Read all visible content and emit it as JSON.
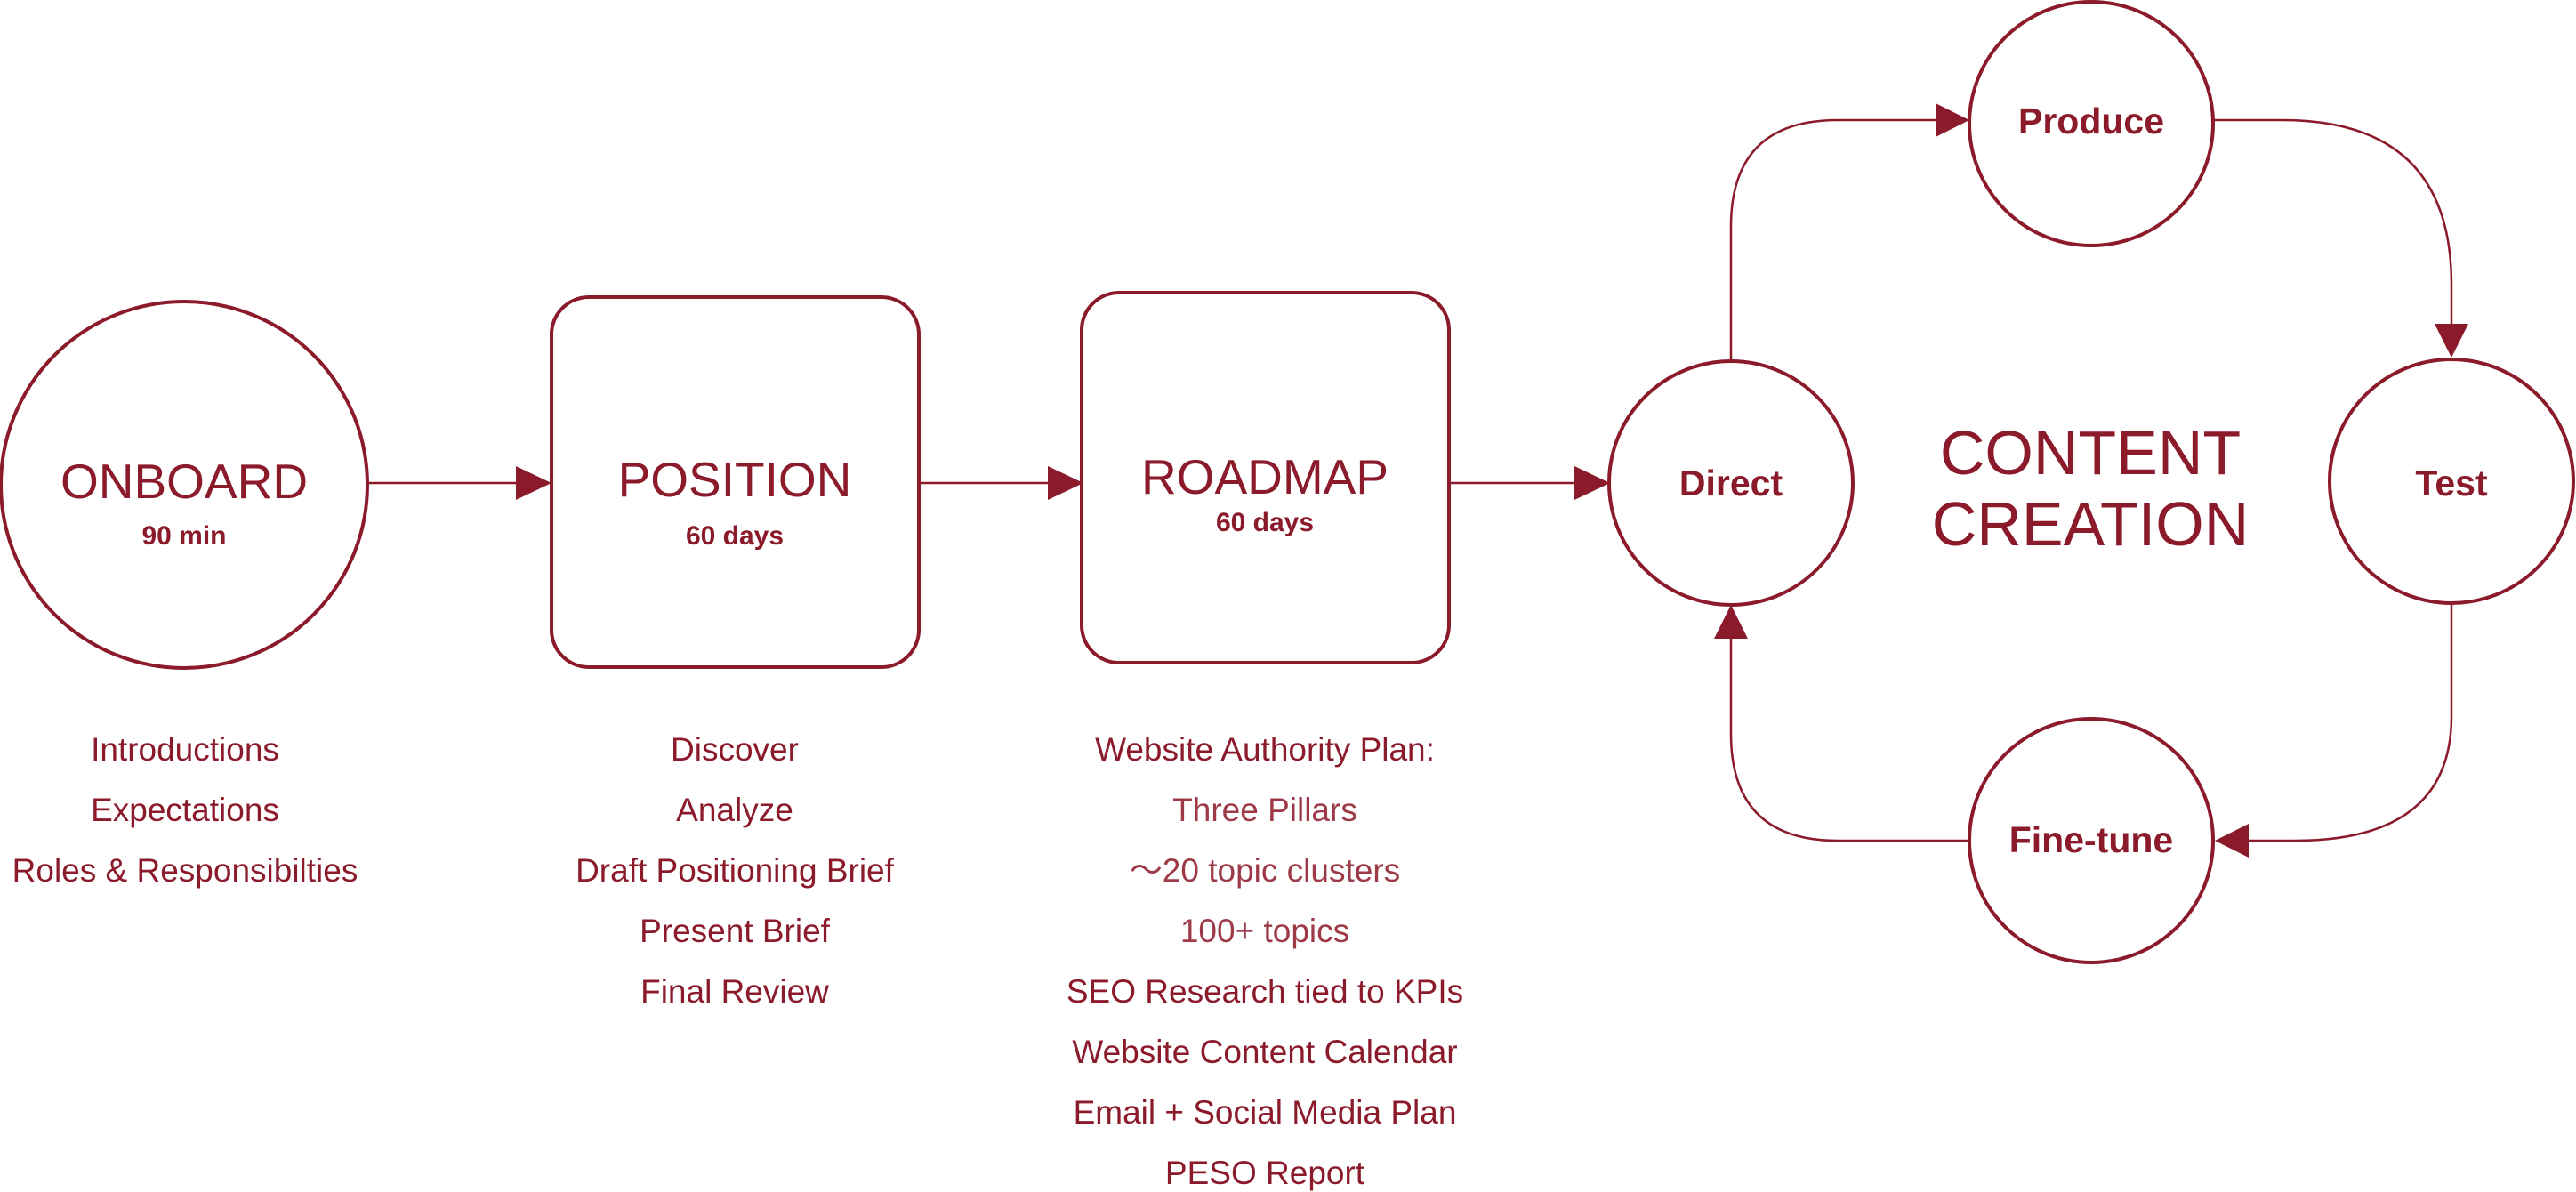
{
  "stages": {
    "onboard": {
      "title": "ONBOARD",
      "duration": "90 min",
      "items": [
        "Introductions",
        "Expectations",
        "Roles & Responsibilties"
      ]
    },
    "position": {
      "title": "POSITION",
      "duration": "60 days",
      "items": [
        "Discover",
        "Analyze",
        "Draft Positioning Brief",
        "Present Brief",
        "Final Review"
      ]
    },
    "roadmap": {
      "title": "ROADMAP",
      "duration": "60 days",
      "items": [
        "Website Authority Plan:",
        "Three Pillars",
        "〜20 topic clusters",
        "100+ topics",
        "SEO Research tied to KPIs",
        "Website Content Calendar",
        "Email + Social Media Plan",
        "PESO Report"
      ]
    }
  },
  "cycle": {
    "center_line1": "CONTENT",
    "center_line2": "CREATION",
    "nodes": {
      "direct": "Direct",
      "produce": "Produce",
      "test": "Test",
      "finetune": "Fine-tune"
    }
  },
  "colors": {
    "accent": "#8b1a2b"
  }
}
